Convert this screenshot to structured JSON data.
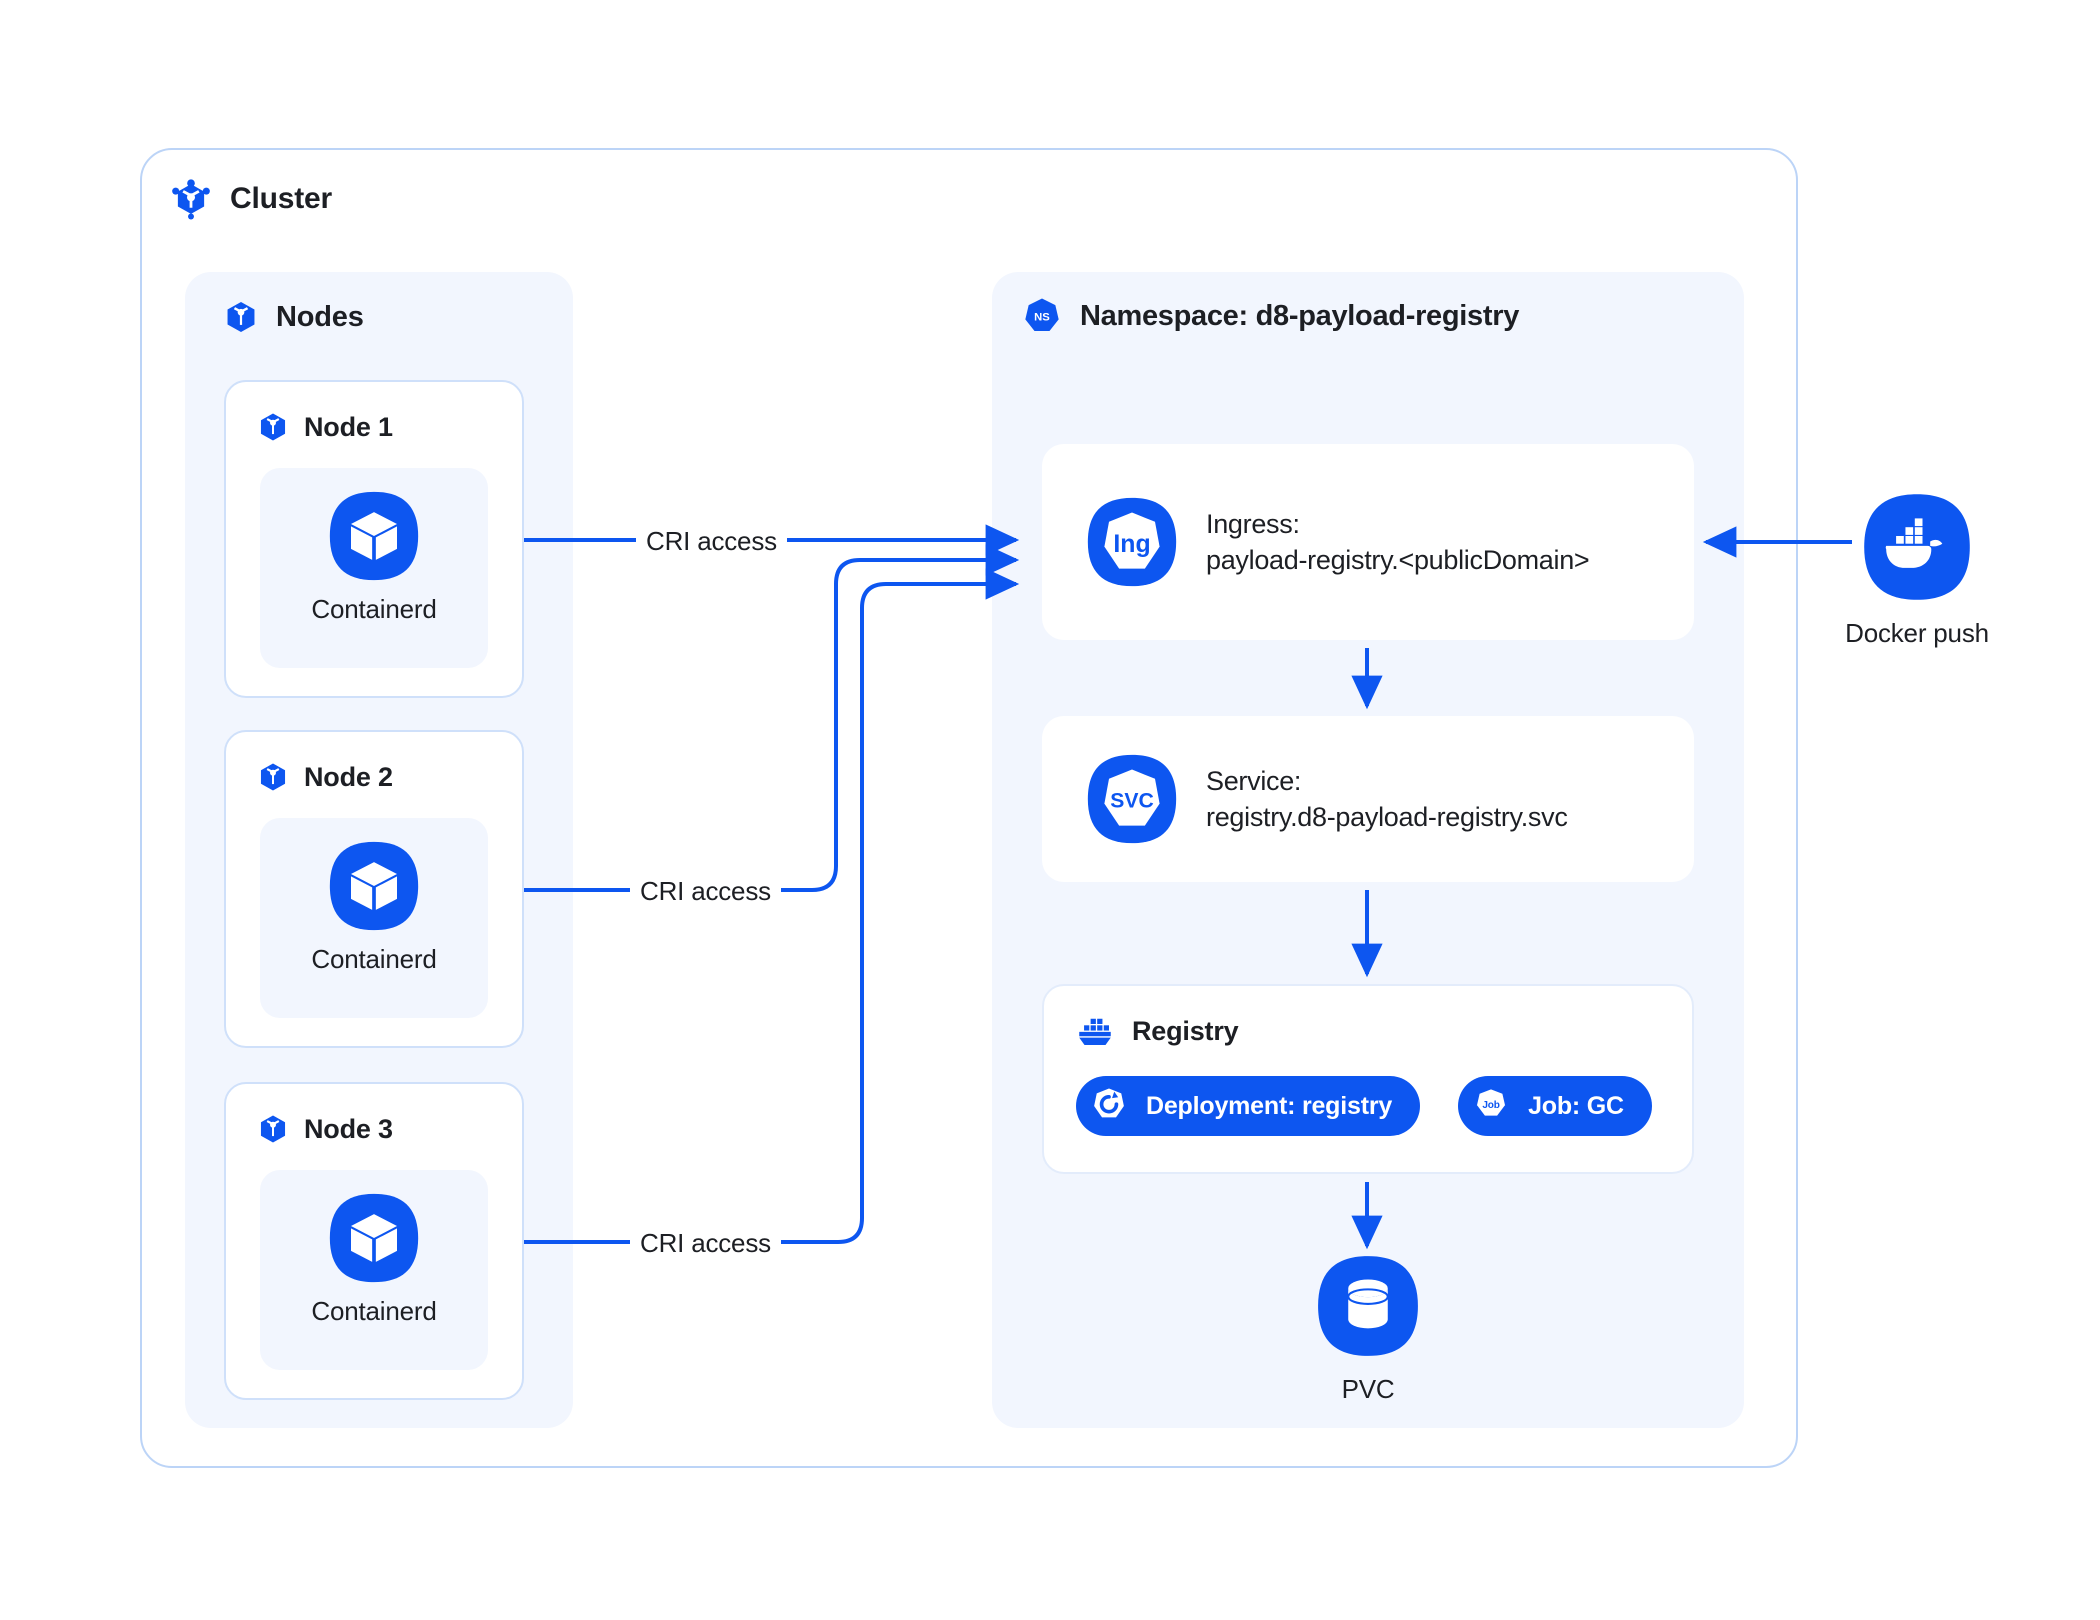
{
  "diagram": {
    "title": "Cluster",
    "cluster": {
      "label": "Cluster",
      "icon": "cluster-node-icon"
    },
    "nodes_group": {
      "label": "Nodes",
      "icon": "node-cube-icon"
    },
    "nodes": [
      {
        "label": "Node 1",
        "icon": "node-cube-icon",
        "runtime": {
          "label": "Containerd",
          "icon": "containerd-cube-icon"
        }
      },
      {
        "label": "Node 2",
        "icon": "node-cube-icon",
        "runtime": {
          "label": "Containerd",
          "icon": "containerd-cube-icon"
        }
      },
      {
        "label": "Node 3",
        "icon": "node-cube-icon",
        "runtime": {
          "label": "Containerd",
          "icon": "containerd-cube-icon"
        }
      }
    ],
    "namespace": {
      "label": "Namespace: d8-payload-registry",
      "icon": "ns-hexagon-icon",
      "ingress": {
        "icon": "ingress-icon",
        "icon_text": "Ing",
        "line1": "Ingress:",
        "line2": "payload-registry.<publicDomain>"
      },
      "service": {
        "icon": "service-icon",
        "icon_text": "SVC",
        "line1": "Service:",
        "line2": "registry.d8-payload-registry.svc"
      },
      "registry": {
        "label": "Registry",
        "icon": "registry-ship-icon",
        "pills": [
          {
            "label": "Deployment: registry",
            "icon": "deployment-icon"
          },
          {
            "label": "Job: GC",
            "icon": "job-icon",
            "icon_text": "Job"
          }
        ]
      },
      "pvc": {
        "label": "PVC",
        "icon": "pvc-database-icon"
      }
    },
    "docker": {
      "label": "Docker push",
      "icon": "docker-whale-icon"
    },
    "edges": [
      {
        "label": "CRI access",
        "from": "Node 1 Containerd",
        "to": "Ingress"
      },
      {
        "label": "CRI access",
        "from": "Node 2 Containerd",
        "to": "Ingress"
      },
      {
        "label": "CRI access",
        "from": "Node 3 Containerd",
        "to": "Ingress"
      },
      {
        "label": "",
        "from": "Docker push",
        "to": "Ingress"
      },
      {
        "label": "",
        "from": "Ingress",
        "to": "Service"
      },
      {
        "label": "",
        "from": "Service",
        "to": "Registry"
      },
      {
        "label": "",
        "from": "Registry",
        "to": "PVC"
      }
    ],
    "colors": {
      "accent": "#0d56f0",
      "panel_bg": "#f2f6fe",
      "card_bg": "#ffffff",
      "border_light": "#cfe0fa",
      "cluster_border": "#bcd4f7",
      "text": "#1d1f24"
    }
  }
}
